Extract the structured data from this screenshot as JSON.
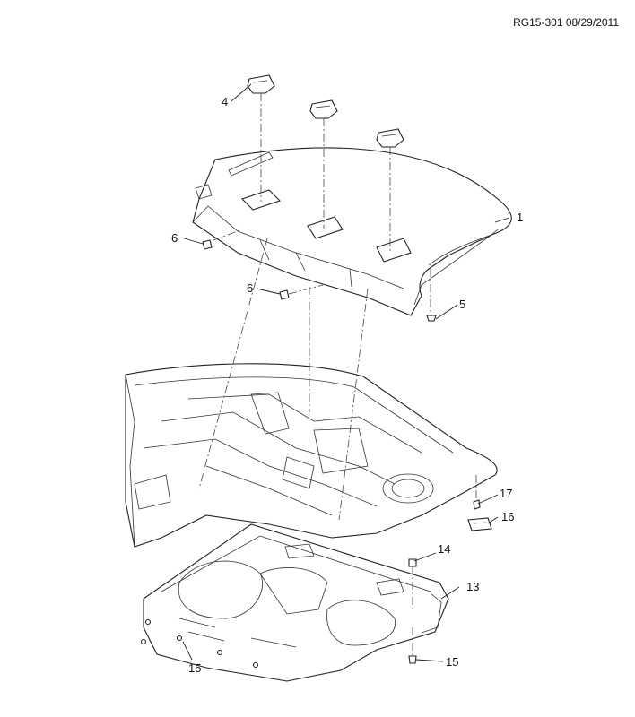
{
  "reference": "RG15-301 08/29/2011",
  "callouts": {
    "c1": "1",
    "c4": "4",
    "c5": "5",
    "c6a": "6",
    "c6b": "6",
    "c13": "13",
    "c14": "14",
    "c15a": "15",
    "c15b": "15",
    "c16": "16",
    "c17": "17"
  }
}
